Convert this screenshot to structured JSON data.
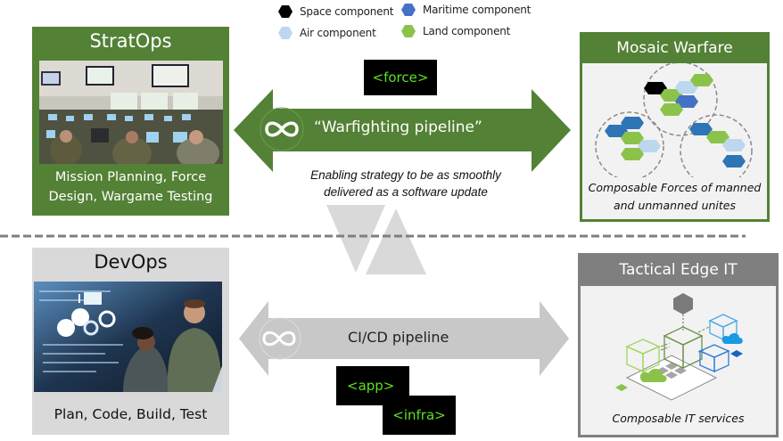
{
  "legend": [
    {
      "label": "Space component",
      "color": "#000000",
      "icon": "hexagon-icon"
    },
    {
      "label": "Maritime component",
      "color": "#4472c4",
      "icon": "hexagon-icon"
    },
    {
      "label": "Air component",
      "color": "#bdd7ee",
      "icon": "hexagon-icon"
    },
    {
      "label": "Land component",
      "color": "#8bc34a",
      "icon": "hexagon-icon"
    }
  ],
  "stratops": {
    "title": "StratOps",
    "caption_line1": "Mission Planning, Force",
    "caption_line2": "Design, Wargame Testing",
    "image": "operations-center-photo"
  },
  "mosaic": {
    "title": "Mosaic Warfare",
    "caption_line1": "Composable Forces of manned",
    "caption_line2": "and unmanned unites"
  },
  "devops": {
    "title": "DevOps",
    "caption": "Plan, Code, Build, Test",
    "image": "developers-hologram-photo"
  },
  "tactical": {
    "title": "Tactical Edge IT",
    "caption": "Composable IT services"
  },
  "warfighting_pipeline": {
    "label": "“Warfighting pipeline”",
    "icon": "infinity-icon",
    "code": "<force>",
    "subtitle_line1": "Enabling strategy to be as smoothly",
    "subtitle_line2": "delivered as a software update"
  },
  "cicd_pipeline": {
    "label": "CI/CD pipeline",
    "icon": "infinity-icon",
    "code_app": "<app>",
    "code_infra": "<infra>"
  },
  "colors": {
    "green": "#538135",
    "gray_arrow": "#c8c8c8",
    "code_text": "#5fe022",
    "divider": "#7f7f7f"
  }
}
